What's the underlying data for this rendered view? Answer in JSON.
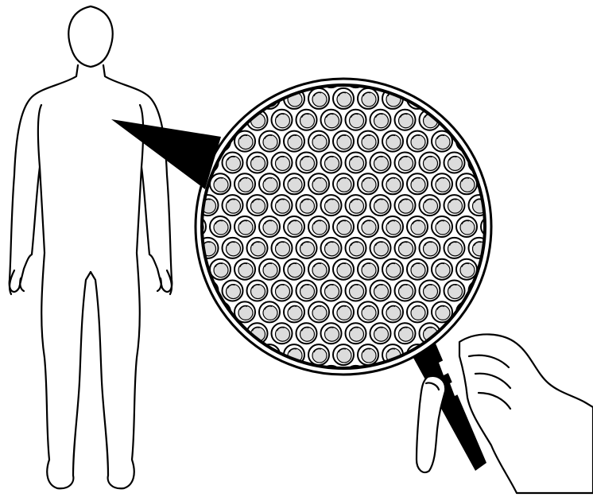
{
  "figure": {
    "subject": "human-body-outline",
    "magnifier": "magnifying-glass",
    "magnified_content": "cells",
    "colors": {
      "ink": "#000000",
      "paper": "#ffffff",
      "cell_shade": "#dcdcdc"
    }
  }
}
